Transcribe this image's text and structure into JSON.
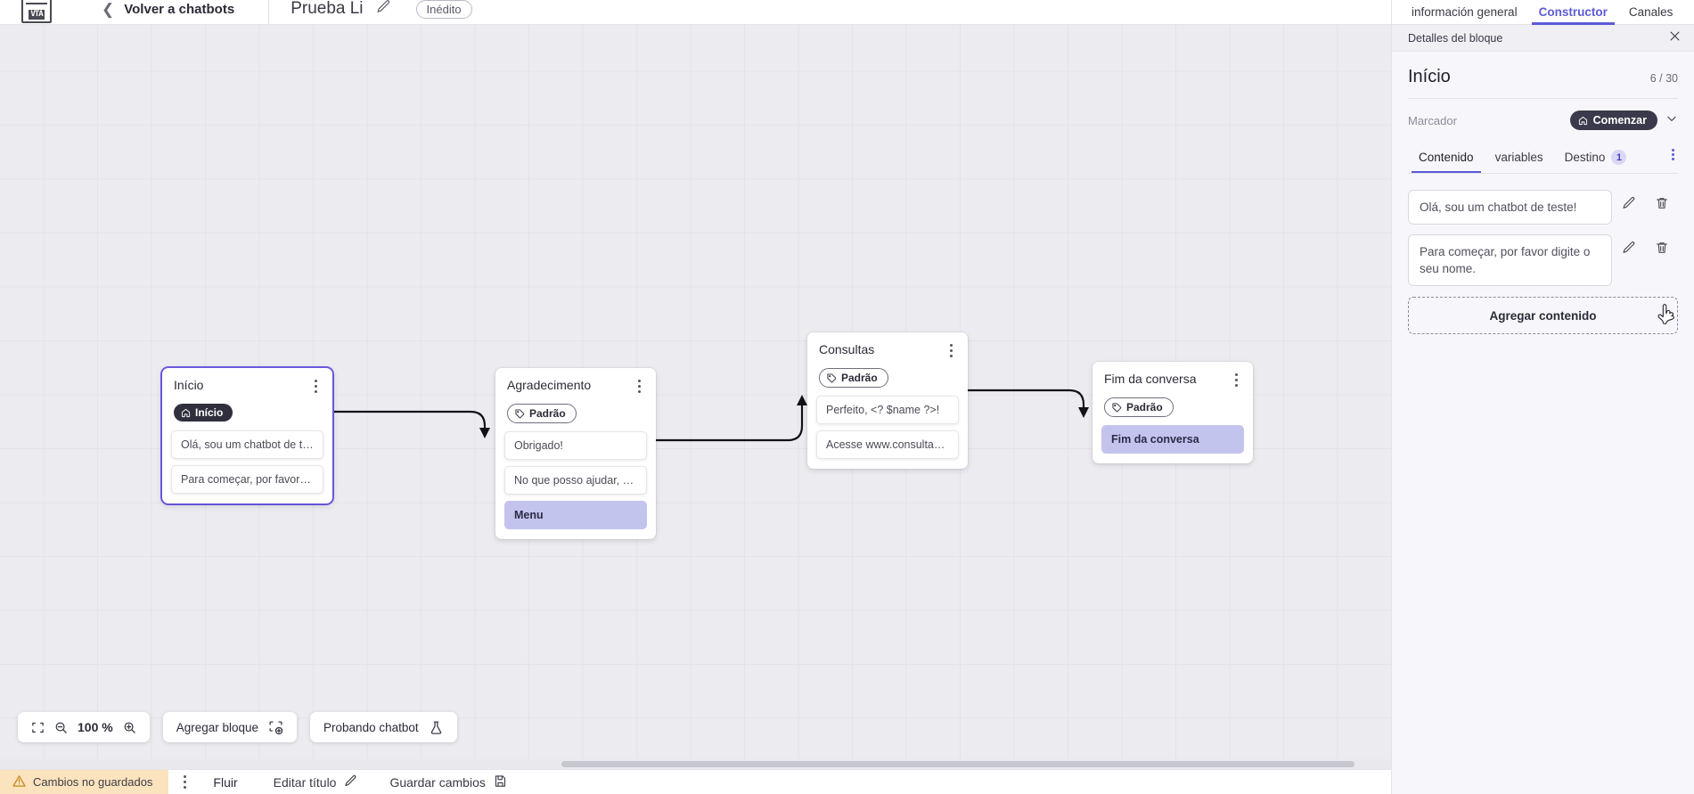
{
  "topbar": {
    "logo_text": "VTA",
    "back_label": "Volver a chatbots",
    "bot_title": "Prueba Li",
    "status_chip": "Inédito",
    "icons": {
      "back": "chevron-left-icon",
      "edit": "pencil-icon"
    }
  },
  "canvas": {
    "zoom_level": "100 %",
    "add_block_label": "Agregar bloque",
    "test_chatbot_label": "Probando chatbot",
    "nodes": [
      {
        "title": "Início",
        "tag": "Início",
        "tag_type": "start",
        "messages": [
          {
            "text": "Olá, sou um chatbot de teste!",
            "highlight": false
          },
          {
            "text": "Para começar, por favor digite o ...",
            "highlight": false
          }
        ]
      },
      {
        "title": "Agradecimento",
        "tag": "Padrão",
        "tag_type": "default",
        "messages": [
          {
            "text": "Obrigado!",
            "highlight": false
          },
          {
            "text": "No que posso ajudar, <? $name ...",
            "highlight": false
          },
          {
            "text": "Menu",
            "highlight": true
          }
        ]
      },
      {
        "title": "Consultas",
        "tag": "Padrão",
        "tag_type": "default",
        "messages": [
          {
            "text": "Perfeito, <? $name ?>!",
            "highlight": false
          },
          {
            "text": "Acesse www.consultas.com par...",
            "highlight": false
          }
        ]
      },
      {
        "title": "Fim da conversa",
        "tag": "Padrão",
        "tag_type": "default",
        "messages": [
          {
            "text": "Fim da conversa",
            "highlight": true
          }
        ]
      }
    ]
  },
  "bottombar": {
    "unsaved_label": "Cambios no guardados",
    "flow_tab": "Fluir",
    "edit_title_label": "Editar título",
    "save_label": "Guardar cambios"
  },
  "right_panel": {
    "tabs": [
      {
        "label": "información general",
        "active": false
      },
      {
        "label": "Constructor",
        "active": true
      },
      {
        "label": "Canales",
        "active": false
      }
    ],
    "detail_bar_label": "Detalles del bloque",
    "block_title": "Início",
    "block_count": "6 / 30",
    "marker_label": "Marcador",
    "marker_value": "Comenzar",
    "subtabs": [
      {
        "label": "Contenido",
        "badge": "",
        "active": true
      },
      {
        "label": "variables",
        "badge": "",
        "active": false
      },
      {
        "label": "Destino",
        "badge": "1",
        "active": false
      }
    ],
    "content_items": [
      {
        "text": "Olá, sou um chatbot de teste!"
      },
      {
        "text": "Para começar, por favor digite o seu nome."
      }
    ],
    "add_content_label": "Agregar contenido"
  },
  "colors": {
    "accent": "#5b5bd6",
    "selected_node": "#6c5ce7",
    "highlight_msg": "#c3c4ee",
    "warning_bar": "#fbe3bd",
    "dark_badge": "#3a3a4c",
    "canvas_bg": "#ececf0"
  }
}
